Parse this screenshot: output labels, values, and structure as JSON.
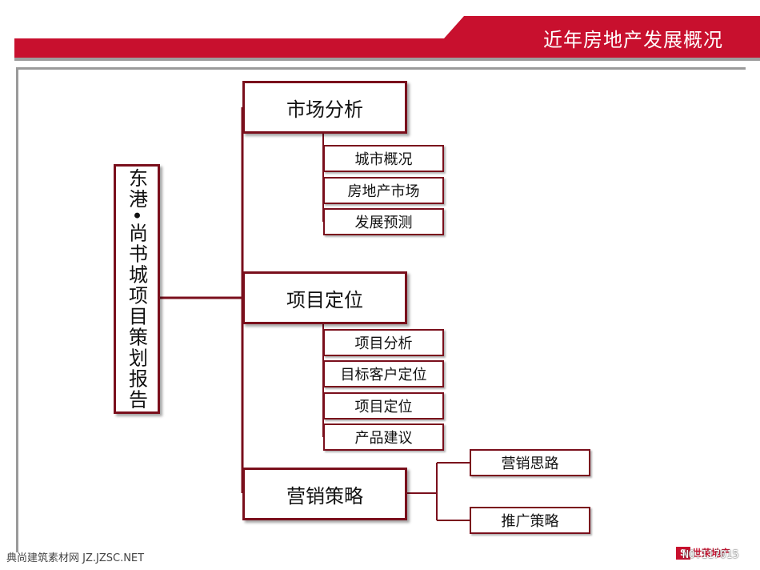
{
  "header": {
    "title": "近年房地产发展概况"
  },
  "root": {
    "label": "东港•尚书城项目策划报告"
  },
  "sections": [
    {
      "label": "市场分析",
      "children": [
        "城市概况",
        "房地产市场",
        "发展预测"
      ]
    },
    {
      "label": "项目定位",
      "children": [
        "项目分析",
        "目标客户定位",
        "项目定位",
        "产品建议"
      ]
    },
    {
      "label": "营销策略",
      "children": [
        "营销思路",
        "推广策略"
      ]
    }
  ],
  "footer": {
    "watermark": "典尚建筑素材网 JZ.JZSC.NET",
    "logo_text": "世荣地产",
    "number": "NO:117015"
  },
  "colors": {
    "banner_red": "#c8102e",
    "box_border": "#7a0f1c",
    "connector": "#7a0f1c"
  }
}
